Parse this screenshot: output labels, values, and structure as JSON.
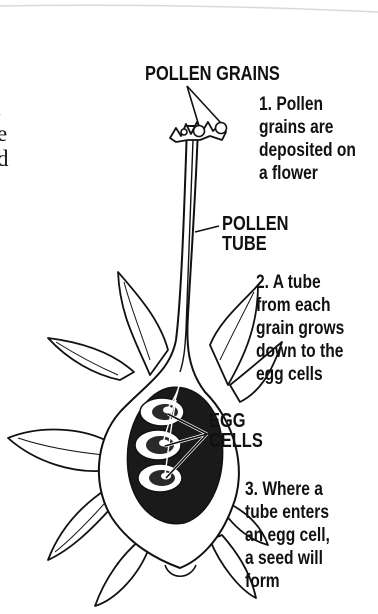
{
  "labels": {
    "pollen_grains": "POLLEN GRAINS",
    "pollen_tube_line1": "POLLEN",
    "pollen_tube_line2": "TUBE",
    "egg_cells_line1": "EGG",
    "egg_cells_line2": "CELLS"
  },
  "steps": [
    {
      "lines": [
        "1. Pollen",
        "grains are",
        "deposited on",
        "a flower"
      ]
    },
    {
      "lines": [
        "2. A tube",
        "from each",
        "grain grows",
        "down to the",
        "egg cells"
      ]
    },
    {
      "lines": [
        "3. Where a",
        "tube enters",
        "an egg cell,",
        "a seed will",
        "form"
      ]
    }
  ],
  "left_edge_text": [
    ".",
    "e",
    "d"
  ],
  "colors": {
    "ink": "#111111",
    "background": "#ffffff"
  }
}
